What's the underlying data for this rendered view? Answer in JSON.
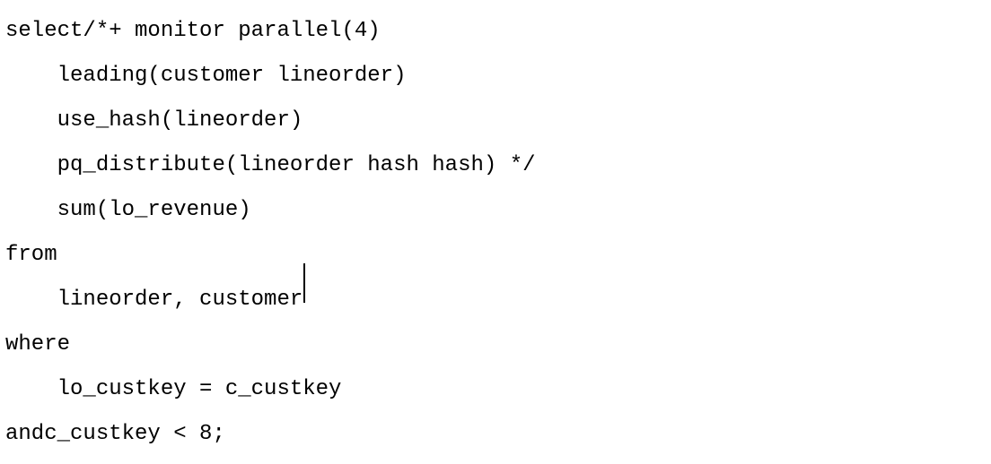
{
  "editor": {
    "background_color": "#ffffff",
    "text_color": "#000000",
    "caret": {
      "visible": true,
      "after_text": "customer",
      "line_index": 6,
      "column": 19
    },
    "lines": [
      {
        "text": "select/*+ monitor parallel(4)",
        "indent": 0
      },
      {
        "text": "    leading(customer lineorder)",
        "indent": 4
      },
      {
        "text": "    use_hash(lineorder)",
        "indent": 4
      },
      {
        "text": "    pq_distribute(lineorder hash hash) */",
        "indent": 4
      },
      {
        "text": "    sum(lo_revenue)",
        "indent": 4
      },
      {
        "text": "from",
        "indent": 0
      },
      {
        "text": "    lineorder, customer",
        "indent": 4
      },
      {
        "text": "where",
        "indent": 0
      },
      {
        "text": "    lo_custkey = c_custkey",
        "indent": 4
      },
      {
        "text": "andc_custkey < 8;",
        "indent": 0
      }
    ]
  }
}
